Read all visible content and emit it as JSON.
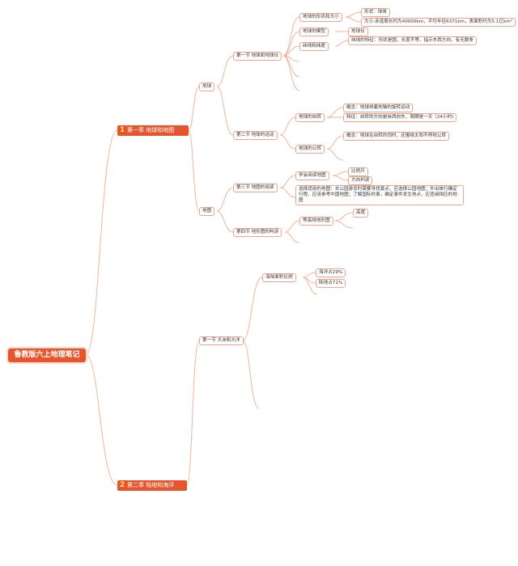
{
  "root": "鲁教版六上地理笔记",
  "chapters": [
    {
      "num": "1",
      "label": "第一章 地球和地图"
    },
    {
      "num": "2",
      "label": "第二章 陆地和海洋"
    }
  ],
  "ch1": {
    "earth": "地球",
    "map": "地图",
    "sec1": "第一节 地球和地球仪",
    "sec1_items": {
      "shape_size": "地球的形状和大小",
      "shape": "形状：球体",
      "size": "大小:赤道周长约为40000km，平均半径6371km，表面积约为5.1亿km²",
      "model": "地球的模型",
      "globe": "地球仪",
      "lonlat": "纬线和纬度",
      "lat_feature": "纬线的特征：形状是圆，长度不等，指示东西方向，有无数条"
    },
    "sec2": "第二节 地球的运动",
    "sec2_items": {
      "rotation": "地球的自转",
      "rot_concept": "概念：地球绕着地轴的旋转运动",
      "rot_feature": "特征：自转的方向是自西向东，周期是一天（24小时)",
      "revolution": "地球的公转",
      "rev_concept": "概念：地球在自转的同时，还围绕太阳不停地公转"
    },
    "sec3": "第三节 地图的阅读",
    "sec3_items": {
      "learn": "学会阅读地图",
      "scale": "比例尺",
      "direction": "方向判读",
      "choose": "选择适用的地图：去公园游览时需要寻找景点，应选择公园地图；外出旅行确定行程，应该参考中国地图；了解国际时事，确定事件发生地点，应查阅相应的地图"
    },
    "sec4": "第四节 地形图的判读",
    "sec4_items": {
      "contour": "等高线地形图",
      "altitude": "高度"
    }
  },
  "ch2": {
    "sec1": "第一节 大洲和大洋",
    "ratio": "海陆面积比例",
    "ocean": "海洋占29%",
    "land": "陆地占71%"
  }
}
